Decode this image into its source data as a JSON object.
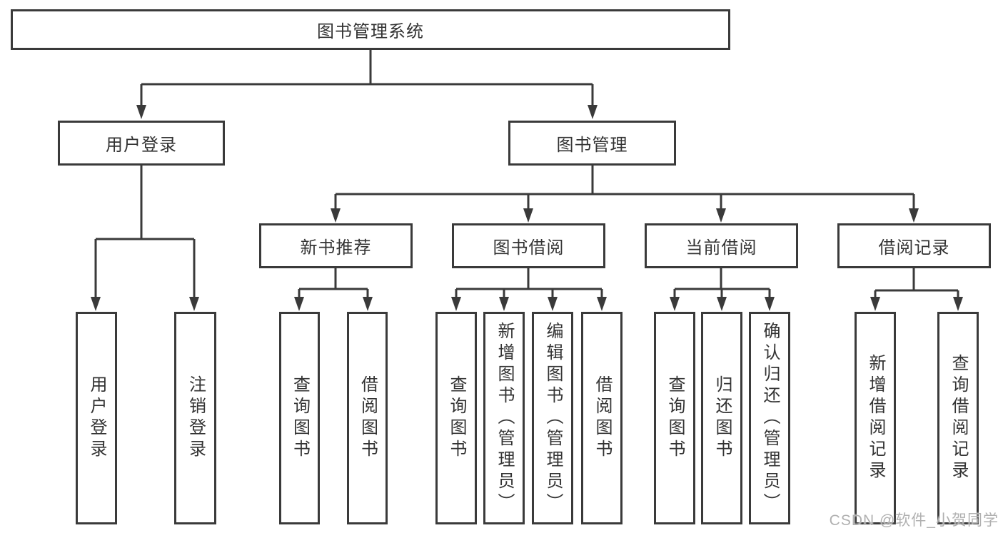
{
  "diagram": {
    "watermark": "CSDN @软件_小贺同学",
    "root": {
      "label": "图书管理系统",
      "children": [
        {
          "label": "用户登录",
          "children": [
            {
              "label": "用户登录"
            },
            {
              "label": "注销登录"
            }
          ]
        },
        {
          "label": "图书管理",
          "children": [
            {
              "label": "新书推荐",
              "children": [
                {
                  "label": "查询图书"
                },
                {
                  "label": "借阅图书"
                }
              ]
            },
            {
              "label": "图书借阅",
              "children": [
                {
                  "label": "查询图书"
                },
                {
                  "label": "新增图书（管理员）"
                },
                {
                  "label": "编辑图书（管理员）"
                },
                {
                  "label": "借阅图书"
                }
              ]
            },
            {
              "label": "当前借阅",
              "children": [
                {
                  "label": "查询图书"
                },
                {
                  "label": "归还图书"
                },
                {
                  "label": "确认归还（管理员）"
                }
              ]
            },
            {
              "label": "借阅记录",
              "children": [
                {
                  "label": "新增借阅记录"
                },
                {
                  "label": "查询借阅记录"
                }
              ]
            }
          ]
        }
      ]
    }
  }
}
